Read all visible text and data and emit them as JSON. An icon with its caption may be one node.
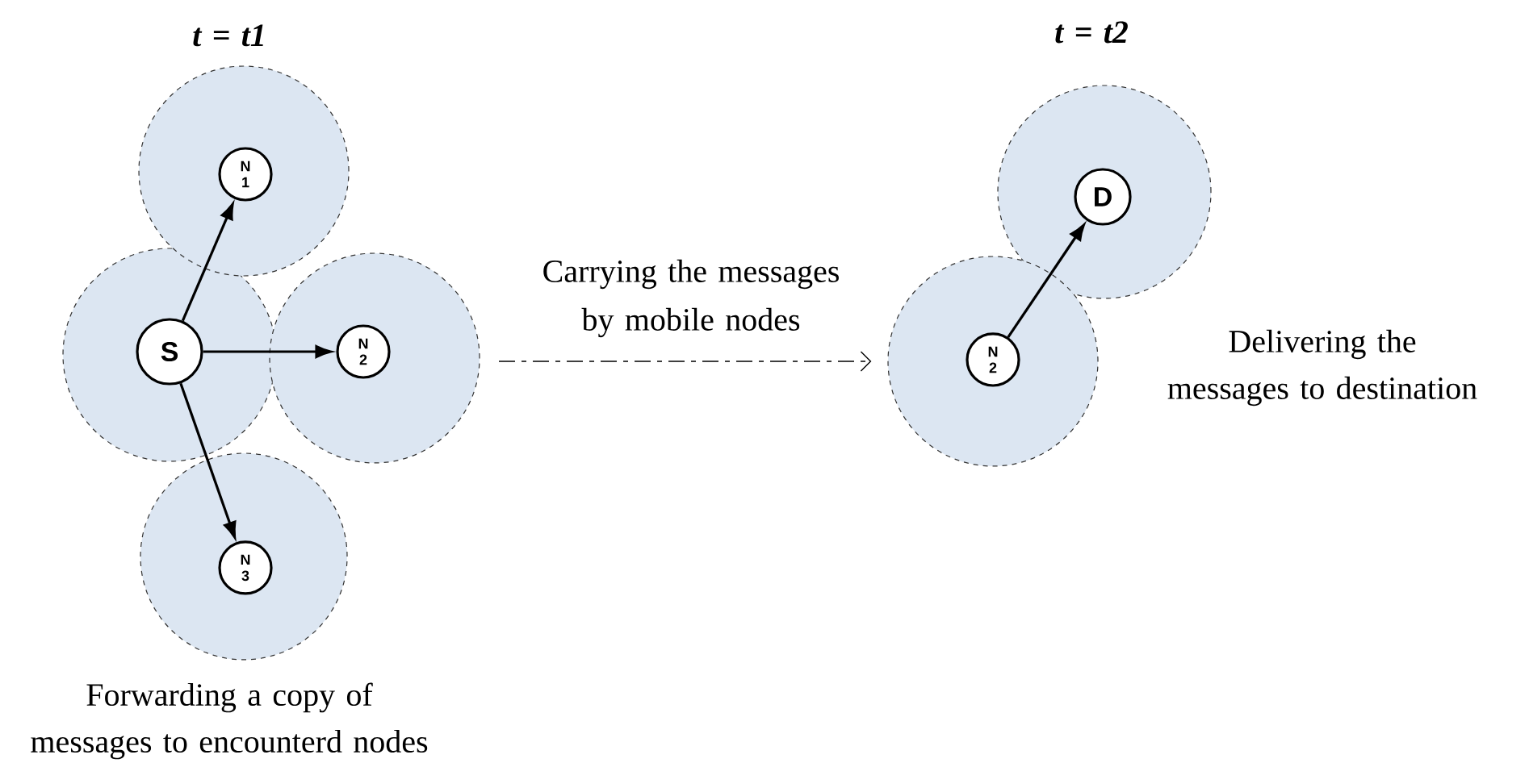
{
  "diagram": {
    "nodes": [
      {
        "text": [],
        "shape": "circle"
      },
      {
        "text": [
          "S"
        ],
        "in": 0
      },
      {
        "text": [],
        "shape": "circle"
      },
      {
        "text": [
          "N 1"
        ],
        "in": 2
      },
      {
        "text": [],
        "shape": "circle"
      },
      {
        "text": [
          "N 2"
        ],
        "in": 4
      },
      {
        "text": [],
        "shape": "circle"
      },
      {
        "text": [
          "N 3"
        ],
        "in": 6
      },
      {
        "text": [],
        "shape": "circle"
      },
      {
        "text": [
          "D"
        ],
        "in": 8
      },
      {
        "text": [],
        "shape": "circle"
      },
      {
        "text": [
          "N 2"
        ],
        "in": 10
      }
    ],
    "edges": [
      {
        "from": 1,
        "to": 3,
        "arrow": "to"
      },
      {
        "from": 1,
        "to": 5,
        "arrow": "to"
      },
      {
        "from": 1,
        "to": 7,
        "arrow": "to"
      },
      {
        "from": 11,
        "to": 9,
        "arrow": "to"
      },
      {
        "from": null,
        "to": 10,
        "arrow": "to",
        "style": "dashed",
        "label": "Carrying the messages by mobile nodes"
      }
    ],
    "labels": [
      "t = t1",
      "t = t2",
      "Forwarding a copy of messages to encounterd nodes",
      "Delivering the messages to destination"
    ]
  }
}
